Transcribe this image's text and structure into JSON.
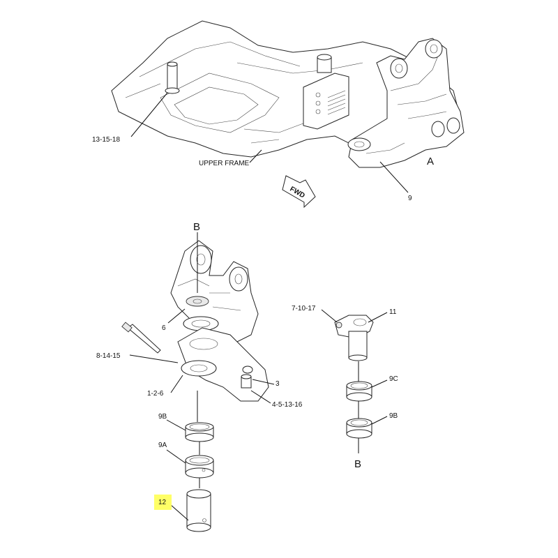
{
  "labels": {
    "upper_top_left": "13-15-18",
    "upper_frame": "UPPER FRAME",
    "fwd": "FWD",
    "view_a": "A",
    "part_9": "9",
    "view_b_top": "B",
    "part_6": "6",
    "part_8_14_15": "8-14-15",
    "part_1_2_6": "1-2-6",
    "part_3": "3",
    "part_4_5_13_16": "4-5-13-16",
    "part_9b_left": "9B",
    "part_9a": "9A",
    "part_12": "12",
    "part_7_10_17": "7-10-17",
    "part_11": "11",
    "part_9c": "9C",
    "part_9b_right": "9B",
    "view_b_bottom": "B"
  },
  "highlight_color": "#ffff66"
}
